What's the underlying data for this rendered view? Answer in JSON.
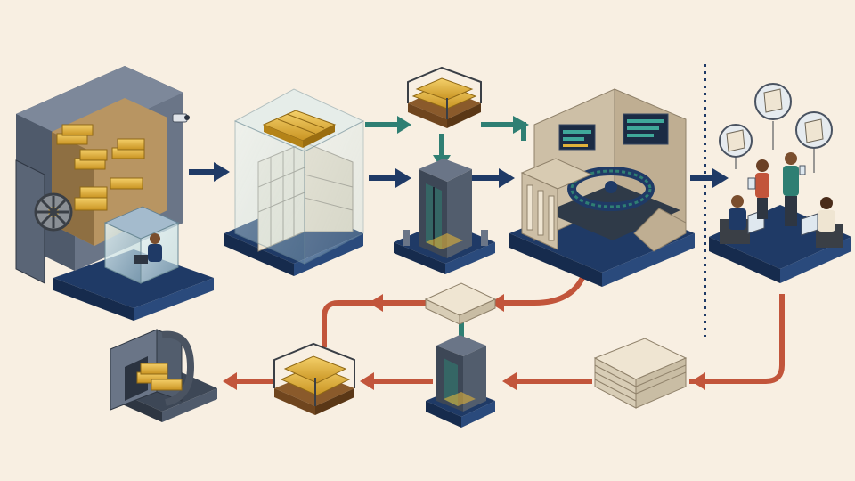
{
  "colors": {
    "background": "#f8efe2",
    "navy": "#1f3a66",
    "teal": "#2f7f73",
    "rust": "#c2553b",
    "gold": "#e1b23a",
    "gold_dark": "#b48318",
    "steel": "#5d6878",
    "stone": "#cdbfa6",
    "glass": "#cfe8ee",
    "paper": "#efe5d2"
  },
  "icons": {
    "vault": "bank-vault-icon",
    "custody": "glass-custody-vault-icon",
    "lift": "transfer-lift-icon",
    "exchange": "stock-exchange-building-icon",
    "investors": "investors-group-icon",
    "certificates": "paper-certificates-icon",
    "pallet": "gold-pallet-icon",
    "return_vault": "return-vault-icon"
  },
  "stages": {
    "top": [
      "bank-vault",
      "custody-vault",
      "transfer-lift",
      "exchange",
      "investors"
    ],
    "bottom": [
      "certificates-stack",
      "return-lift",
      "gold-pallet",
      "return-vault"
    ]
  }
}
